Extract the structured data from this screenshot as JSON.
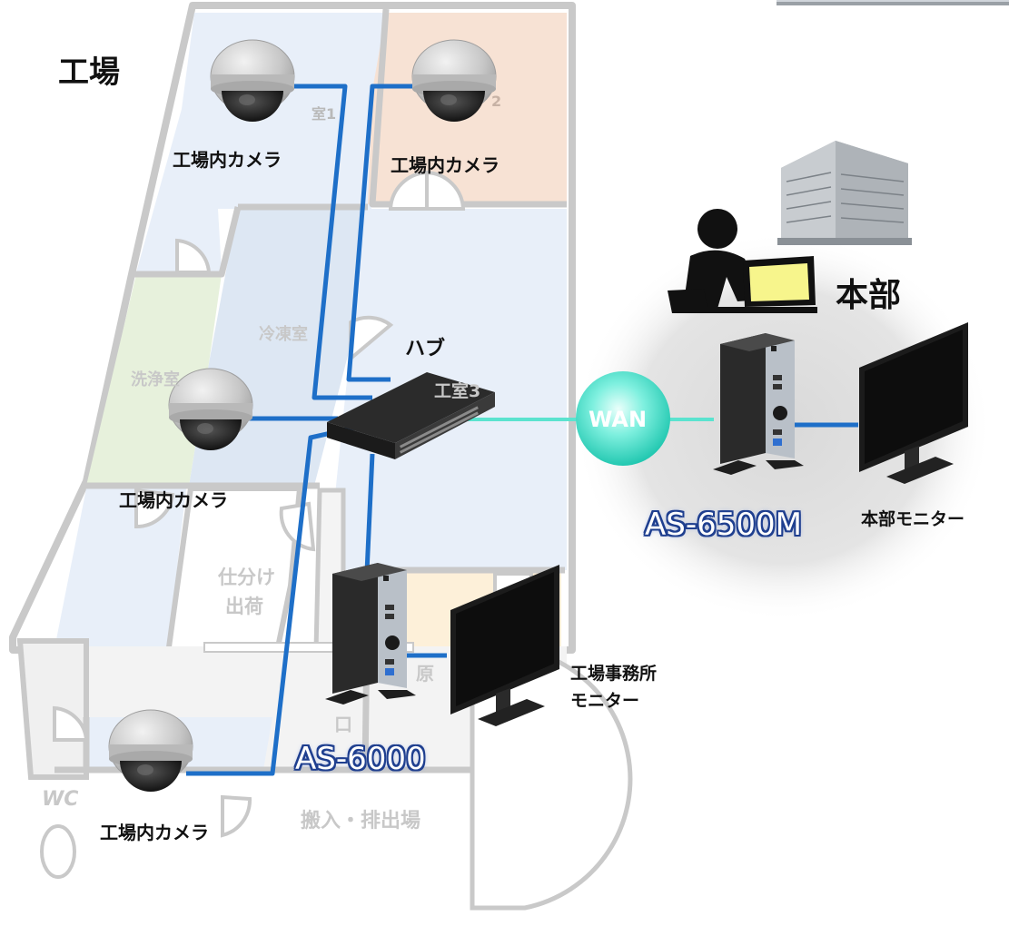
{
  "factory": {
    "title": "工場",
    "rooms": {
      "room1": "室1",
      "room2": "2",
      "freezer": "冷凍室",
      "wash": "洗浄室",
      "room3": "工室3",
      "sorting_l1": "仕分け",
      "sorting_l2": "出荷",
      "raw": "原",
      "mouth": "口",
      "wc": "WC",
      "loading": "搬入・排出場"
    }
  },
  "cameras": {
    "cam1": "工場内カメラ",
    "cam2": "工場内カメラ",
    "cam3": "工場内カメラ",
    "cam4": "工場内カメラ"
  },
  "hub": {
    "label": "ハブ"
  },
  "wan": {
    "label": "WAN"
  },
  "hq": {
    "title": "本部",
    "model": "AS-6500M",
    "monitor_label": "本部モニター"
  },
  "office": {
    "model": "AS-6000",
    "monitor_label_l1": "工場事務所",
    "monitor_label_l2": "モニター"
  },
  "colors": {
    "lan_line": "#1e6fc8",
    "wan_line": "#5be3cf",
    "wan_bubble": "#3fe0cc",
    "model_text_outline": "#1f3f8f",
    "floor_wall": "#c9c9c9",
    "floor_blue": "#e8eff9",
    "floor_orange": "#f7e2d4",
    "floor_green": "#e7f1dc",
    "floor_yellow": "#fdf0d9"
  }
}
